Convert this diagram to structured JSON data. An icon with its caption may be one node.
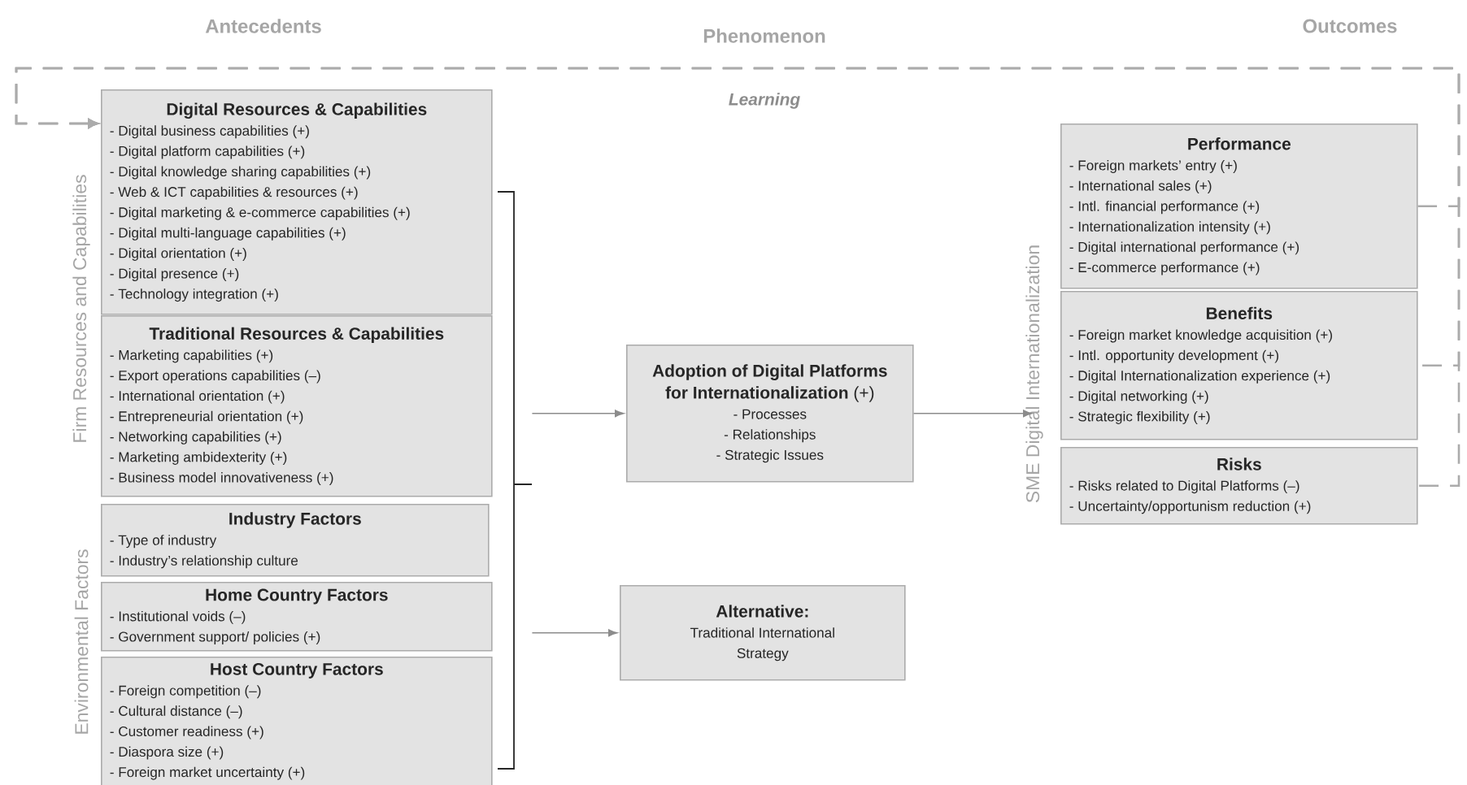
{
  "diagram": {
    "nodes": [
      {
        "text": [
          "Digital Resources & Capabilities",
          "- Digital business capabilities (+)",
          "- Digital platform capabilities (+)",
          "- Digital knowledge sharing capabilities (+)",
          "- Web & ICT  capabilities & resources (+)",
          "- Digital marketing & e-commerce capabilities (+)",
          "- Digital multi-language capabilities (+)",
          "- Digital orientation (+)",
          "- Digital presence (+)",
          "- Technology integration (+)"
        ]
      },
      {
        "text": [
          "Traditional Resources & Capabilities",
          "- Marketing capabilities (+)",
          "- Export operations capabilities (–)",
          "- International orientation (+)",
          "- Entrepreneurial orientation (+)",
          "- Networking capabilities (+)",
          "- Marketing ambidexterity (+)",
          "- Business model innovativeness (+)"
        ]
      },
      {
        "text": [
          "Industry Factors",
          "- Type of industry",
          "- Industry’s relationship culture"
        ]
      },
      {
        "text": [
          "Home Country Factors",
          "- Institutional voids (–)",
          "- Government support/ policies (+)"
        ]
      },
      {
        "text": [
          "Host Country Factors",
          "- Foreign competition (–)",
          "- Cultural distance (–)",
          "- Customer readiness (+)",
          "- Diaspora  size (+)",
          "- Foreign market uncertainty (+)"
        ]
      },
      {
        "text": [
          "**Adoption of Digital Platforms for Internationalization** (+)",
          "- Processes",
          "- Relationships",
          "- Strategic Issues"
        ]
      },
      {
        "text": [
          "Alternative:",
          "Traditional International Strategy"
        ]
      },
      {
        "text": [
          "Performance",
          "- Foreign markets’ entry (+)",
          "- International sales (+)",
          "- Intl. financial performance (+)",
          "- Internationalization intensity (+)",
          "- Digital international performance (+)",
          "- E-commerce performance (+)"
        ]
      },
      {
        "text": [
          "Benefits",
          "- Foreign market knowledge acquisition (+)",
          "- Intl. opportunity development (+)",
          "- Digital Internationalization experience (+)",
          "- Digital networking (+)",
          "- Strategic flexibility (+)"
        ]
      },
      {
        "text": [
          "Risks",
          "- Risks related  to Digital Platforms (–)",
          "- Uncertainty/opportunism reduction (+)"
        ]
      },
      {
        "text": [
          "SME  Digital Internationalization"
        ]
      },
      {
        "text": [],
        "shape": "bracket"
      }
    ],
    "edges": [
      {
        "from": 11,
        "to": 5,
        "arrow": "to"
      },
      {
        "from": 11,
        "to": 6,
        "arrow": "to"
      },
      {
        "from": 5,
        "to": 10,
        "arrow": "to"
      },
      {
        "from": 7,
        "to": 0,
        "arrow": "to",
        "style": "dashed",
        "label": "Learning"
      },
      {
        "from": 8,
        "to": 0,
        "arrow": "to",
        "style": "dashed"
      },
      {
        "from": 9,
        "to": 0,
        "arrow": "to",
        "style": "dashed"
      }
    ],
    "labels": [
      "Antecedents",
      "Phenomenon",
      "Outcomes",
      "Firm Resources and Capabilities",
      "Environmental Factors"
    ]
  }
}
